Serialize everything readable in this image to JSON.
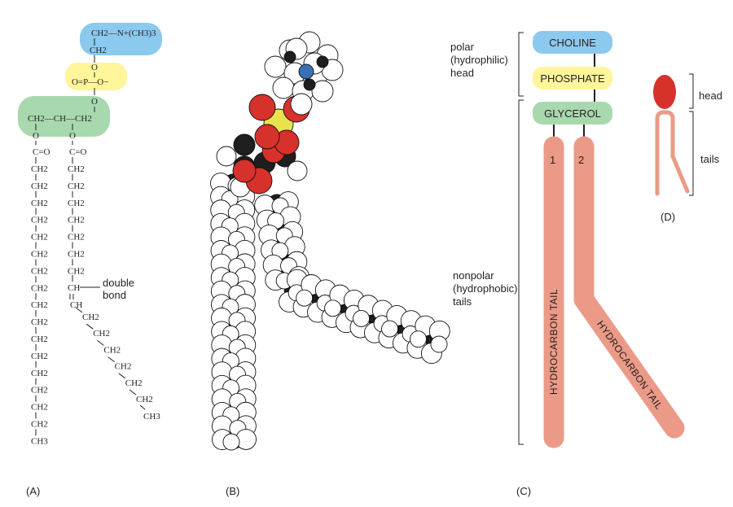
{
  "panels": {
    "a": "(A)",
    "b": "(B)",
    "c": "(C)",
    "d": "(D)"
  },
  "panel_a": {
    "head_group": "CH2—N+(CH3)3",
    "head_link": "CH2",
    "phosphate_o_top": "O",
    "phosphate": "O=P—O−",
    "phosphate_o_bottom": "O",
    "glycerol": "CH2—CH—CH2",
    "ester_o": "O",
    "carbonyl": "C=O",
    "methylene": "CH2",
    "double_bond_ch": "CH",
    "methyl": "CH3",
    "double_bond_label": [
      "double",
      "bond"
    ]
  },
  "panel_c": {
    "choline": "CHOLINE",
    "phosphate": "PHOSPHATE",
    "glycerol": "GLYCEROL",
    "tail1_number": "1",
    "tail2_number": "2",
    "tail_label": "HYDROCARBON TAIL",
    "polar_label": [
      "polar",
      "(hydrophilic)",
      "head"
    ],
    "nonpolar_label": [
      "nonpolar",
      "(hydrophobic)",
      "tails"
    ]
  },
  "panel_d": {
    "head": "head",
    "tails": "tails"
  },
  "colors": {
    "choline": "#8cc9ee",
    "phosphate": "#fff59a",
    "glycerol": "#a8d8ae",
    "tail": "#eb9a87",
    "head_d": "#d7312b",
    "oxygen": "#d7312b",
    "phosphorus": "#e9e24d",
    "nitrogen": "#3a6fb5",
    "carbon": "#1e1e1e",
    "hydrogen": "#ffffff"
  }
}
